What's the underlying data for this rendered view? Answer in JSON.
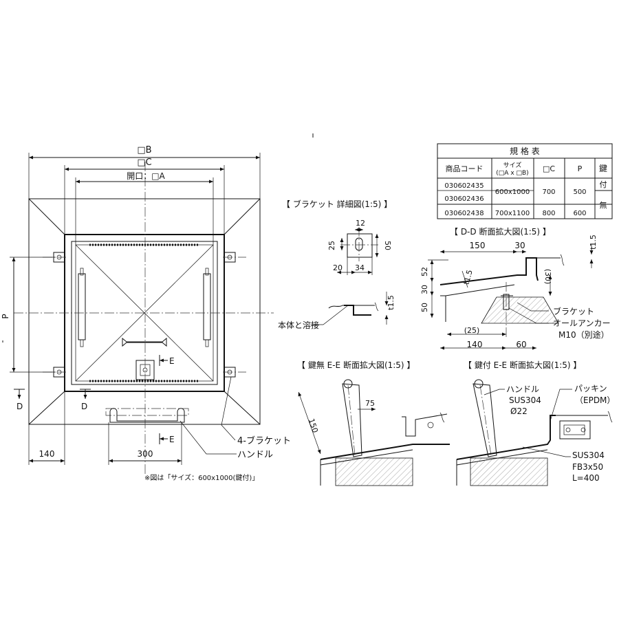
{
  "plan_view": {
    "dim_B": "□B",
    "dim_C": "□C",
    "dim_opening": "開口：□A",
    "dim_P": "P",
    "dim_140": "140",
    "dim_300": "300",
    "section_E_top": "E",
    "section_E_bottom": "E",
    "section_D_left": "D",
    "section_D_right": "D",
    "label_bracket": "4-ブラケット",
    "label_handle": "ハンドル",
    "note": "※図は「サイズ：600x1000(鍵付)」"
  },
  "spec_table": {
    "title": "規 格 表",
    "headers": {
      "code": "商品コード",
      "size_line1": "サイズ",
      "size_line2": "(□A x □B)",
      "c": "□C",
      "p": "P",
      "key": "鍵"
    },
    "rows": [
      {
        "code": "030602435",
        "size": "600x1000",
        "c": "700",
        "p": "500",
        "key": "付"
      },
      {
        "code": "030602436"
      },
      {
        "code": "030602438",
        "size": "700x1100",
        "c": "800",
        "p": "600",
        "key": "無"
      }
    ]
  },
  "bracket_detail": {
    "title": "【 ブラケット 詳細図(1:5) 】",
    "dim_12": "12",
    "dim_25": "25",
    "dim_50": "50",
    "dim_20": "20",
    "dim_34": "34",
    "dim_t15": "t1.5",
    "label_weld": "本体と溶接"
  },
  "dd_section": {
    "title": "【 D-D 断面拡大図(1:5) 】",
    "dim_150": "150",
    "dim_30_top": "30",
    "dim_t15_top": "t1.5",
    "dim_t15_mid": "t1.5",
    "dim_52": "52",
    "dim_30_left": "30",
    "dim_50": "50",
    "dim_30_paren": "(30)",
    "dim_25_paren": "(25)",
    "dim_140": "140",
    "dim_60": "60",
    "label_bracket": "ブラケット",
    "label_anchor_1": "オールアンカー",
    "label_anchor_2": "M10（別途）"
  },
  "ee_nokey": {
    "title": "【 鍵無 E-E 断面拡大図(1:5) 】",
    "dim_75": "75",
    "dim_150": "150"
  },
  "ee_key": {
    "title": "【 鍵付 E-E 断面拡大図(1:5) 】",
    "label_handle_1": "ハンドル",
    "label_handle_2": "SUS304",
    "label_handle_3": "Ø22",
    "label_packing_1": "パッキン",
    "label_packing_2": "（EPDM）",
    "label_fb_1": "SUS304",
    "label_fb_2": "FB3x50",
    "label_fb_3": "L=400"
  }
}
